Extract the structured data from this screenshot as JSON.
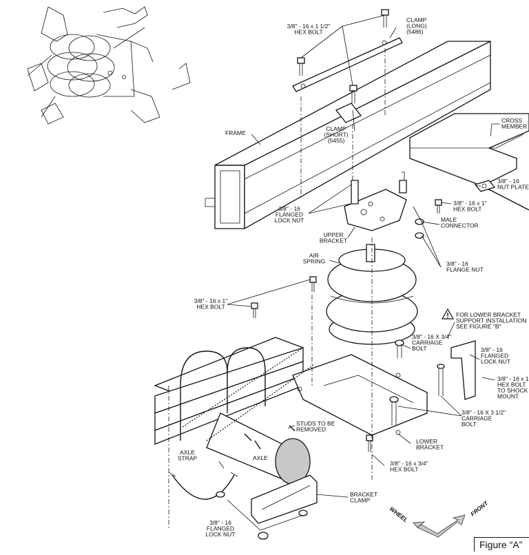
{
  "figure_label": "Figure “A”",
  "labels": {
    "hex_bolt_1_1_2": [
      "3/8\" - 16 x 1 1/2\"",
      "HEX BOLT"
    ],
    "clamp_long": [
      "CLAMP",
      "(LONG)",
      "(5486)"
    ],
    "frame": [
      "FRAME"
    ],
    "clamp_short": [
      "CLAMP",
      "(SHORT)",
      "(5455)"
    ],
    "cross_member": [
      "CROSS",
      "MEMBER"
    ],
    "nut_plate": [
      "3/8\" - 16",
      "NUT PLATE"
    ],
    "hex_bolt_1_top": [
      "3/8\" - 16 x 1\"",
      "HEX BOLT"
    ],
    "flanged_lock_nut_top": [
      "3/8\" - 16",
      "FLANGED",
      "LOCK NUT"
    ],
    "male_connector": [
      "MALE",
      "CONNECTOR"
    ],
    "upper_bracket": [
      "UPPER",
      "BRACKET"
    ],
    "air_spring": [
      "AIR",
      "SPRING"
    ],
    "flange_nut": [
      "3/8\" - 16",
      "FLANGE NUT"
    ],
    "hex_bolt_1_left": [
      "3/8\" - 16 x 1\"",
      "HEX BOLT"
    ],
    "warning": [
      "FOR LOWER BRACKET",
      "SUPPORT INSTALLATION",
      "SEE FIGURE \"B\""
    ],
    "carriage_bolt_3_4": [
      "3/8\" - 16 X 3/4\"",
      "CARRIAGE",
      "BOLT"
    ],
    "flanged_lock_nut_right": [
      "3/8\" - 16",
      "FLANGED",
      "LOCK NUT"
    ],
    "hex_bolt_shock": [
      "3/8\" - 16 x 1",
      "HEX BOLT",
      "TO SHOCK",
      "MOUNT"
    ],
    "carriage_bolt_3_1_2": [
      "3/8\" - 16 X 3 1/2\"",
      "CARRIAGE",
      "BOLT"
    ],
    "studs": [
      "STUDS TO BE",
      "REMOVED"
    ],
    "axle": [
      "AXLE"
    ],
    "axle_strap": [
      "AXLE",
      "STRAP"
    ],
    "lower_bracket": [
      "LOWER",
      "BRACKET"
    ],
    "hex_bolt_3_4": [
      "3/8\" - 16 x 3/4\"",
      "HEX BOLT"
    ],
    "bracket_clamp": [
      "BRACKET",
      "CLAMP"
    ],
    "flanged_lock_nut_bottom": [
      "3/8\" - 16",
      "FLANGED",
      "LOCK NUT"
    ],
    "wheel": [
      "WHEEL"
    ],
    "front": [
      "FRONT"
    ]
  }
}
